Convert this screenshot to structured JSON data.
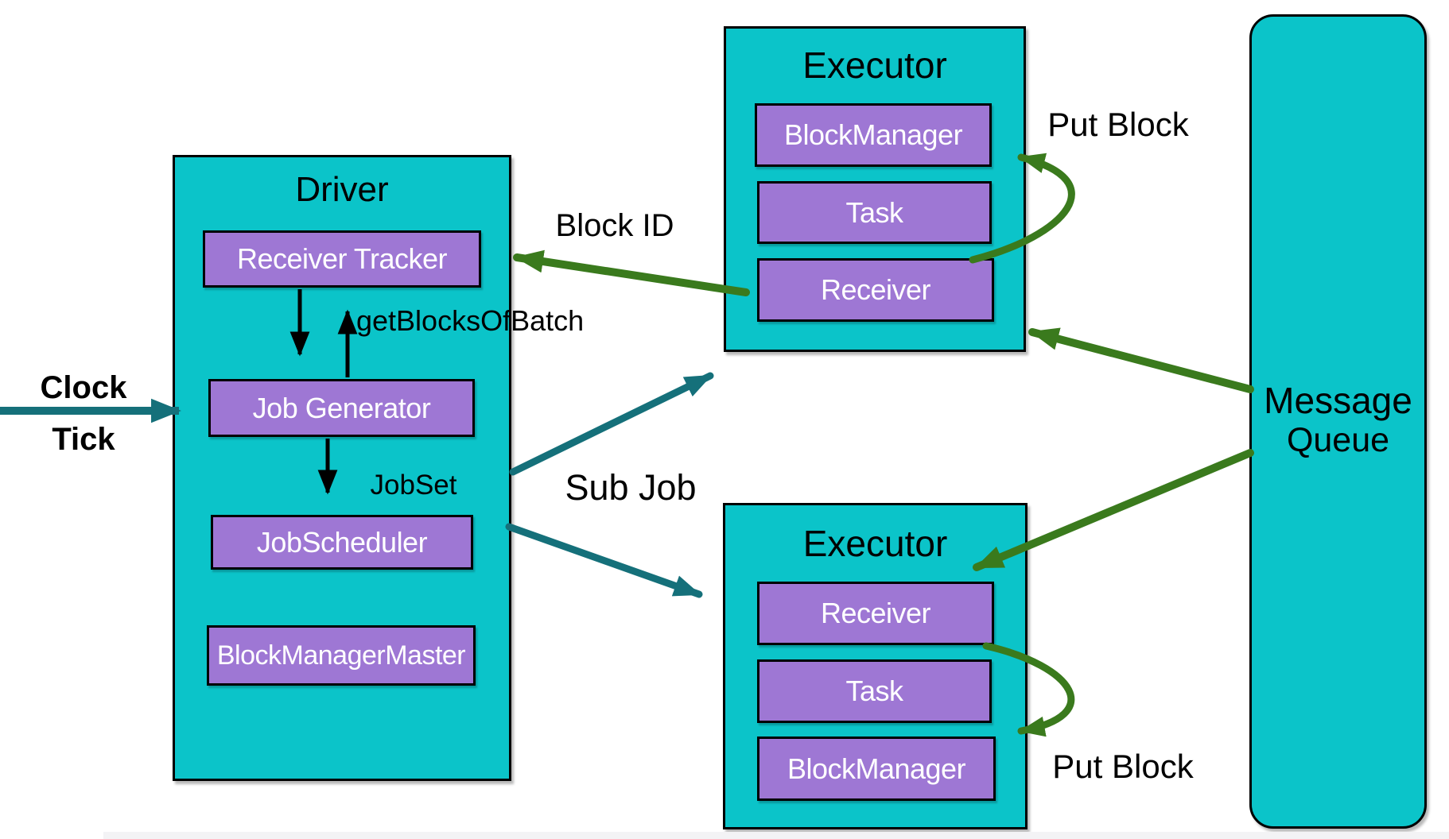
{
  "colors": {
    "node_fill": "#0bc4c9",
    "module_fill": "#9e77d4",
    "arrow_green": "#3a7a1d",
    "arrow_teal": "#15707a"
  },
  "driver": {
    "title": "Driver",
    "modules": [
      {
        "label": "Receiver Tracker"
      },
      {
        "label": "Job Generator"
      },
      {
        "label": "JobScheduler"
      },
      {
        "label": "BlockManagerMaster"
      }
    ]
  },
  "executor_top": {
    "title": "Executor",
    "modules": [
      {
        "label": "BlockManager"
      },
      {
        "label": "Task"
      },
      {
        "label": "Receiver"
      }
    ]
  },
  "executor_bottom": {
    "title": "Executor",
    "modules": [
      {
        "label": "Receiver"
      },
      {
        "label": "Task"
      },
      {
        "label": "BlockManager"
      }
    ]
  },
  "message_queue": {
    "title_line1": "Message",
    "title_line2": "Queue"
  },
  "labels": {
    "clock_line1": "Clock",
    "clock_line2": "Tick",
    "block_id": "Block ID",
    "get_blocks_of_batch": "getBlocksOfBatch",
    "job_set": "JobSet",
    "sub_job": "Sub Job",
    "put_block_top": "Put Block",
    "put_block_bottom": "Put Block"
  }
}
